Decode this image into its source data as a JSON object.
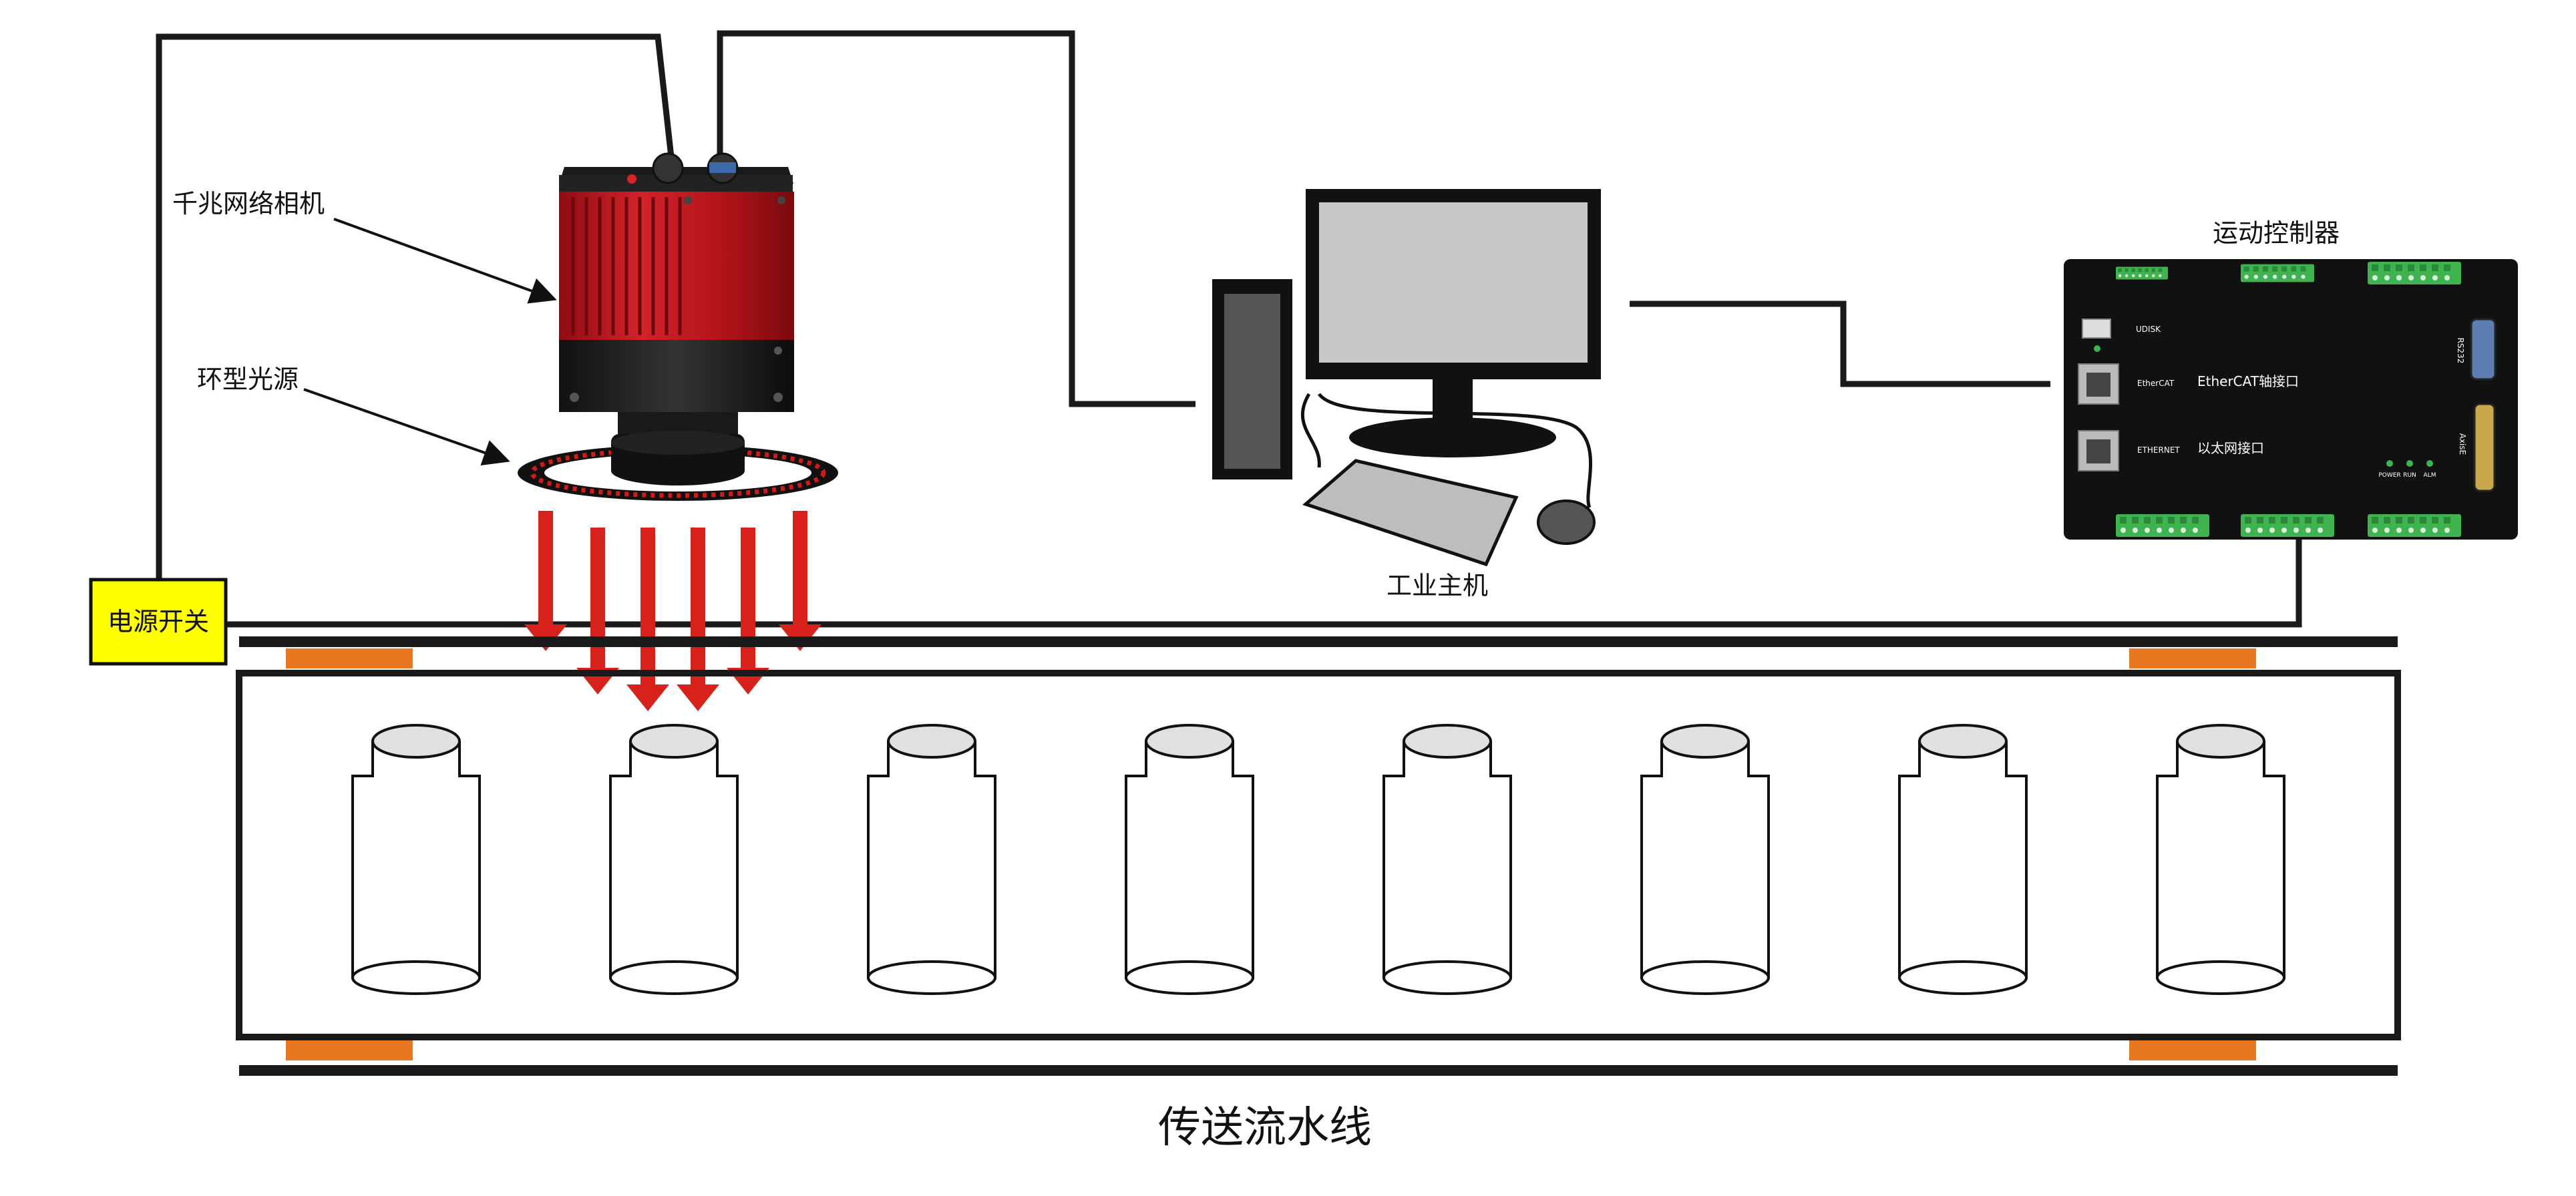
{
  "labels": {
    "camera": "千兆网络相机",
    "light_source": "环型光源",
    "power_switch": "电源开关",
    "industrial_pc": "工业主机",
    "motion_controller": "运动控制器",
    "conveyor": "传送流水线"
  },
  "controller": {
    "udisk": "UDISK",
    "ethercat_small": "EtherCAT",
    "ethercat_port": "EtherCAT轴接口",
    "ethernet_small": "ETHERNET",
    "ethernet_port": "以太网接口",
    "rs232": "RS232",
    "axis": "AxisE",
    "led_labels": [
      "POWER",
      "RUN",
      "ALM"
    ]
  },
  "conveyor_items": {
    "count": 8
  },
  "colors": {
    "camera_red": "#c8161e",
    "arrow_red": "#d9211c",
    "roller_orange": "#e87722",
    "switch_yellow": "#ffff00",
    "terminal_green": "#3fb34f",
    "bottle_cap_gray": "#e0e0e0",
    "screen_gray": "#c8c8c8"
  }
}
